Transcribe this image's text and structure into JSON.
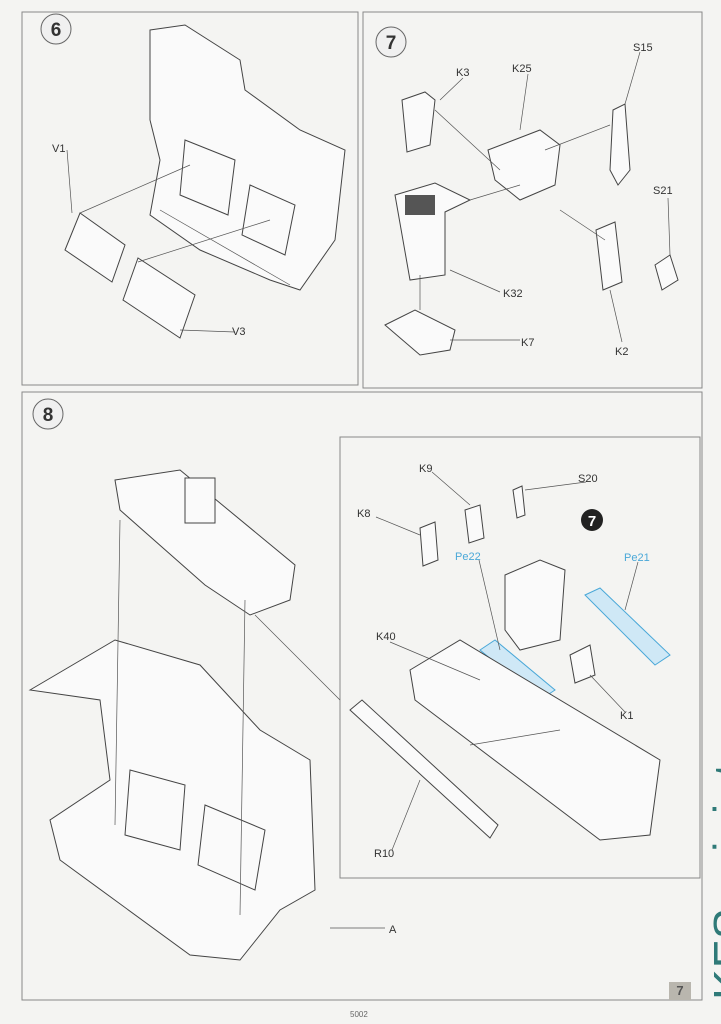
{
  "steps": {
    "six": {
      "number": "6",
      "labels": {
        "v1": "V1",
        "v3": "V3"
      }
    },
    "seven": {
      "number": "7",
      "labels": {
        "k3": "K3",
        "k25": "K25",
        "s15": "S15",
        "s21": "S21",
        "k32": "K32",
        "k7": "K7",
        "k2": "K2"
      }
    },
    "eight": {
      "number": "8",
      "sub_ref": "7",
      "labels": {
        "k9": "K9",
        "s20": "S20",
        "k8": "K8",
        "pe22": "Pe22",
        "pe21": "Pe21",
        "k40": "K40",
        "k1": "K1",
        "r10": "R10",
        "a": "A"
      }
    }
  },
  "footer": {
    "code": "5002",
    "page_number": "7"
  },
  "watermark": "KFS-miniatures",
  "colors": {
    "photoetch": "#4aa8d8",
    "watermark": "#2f7a78"
  }
}
